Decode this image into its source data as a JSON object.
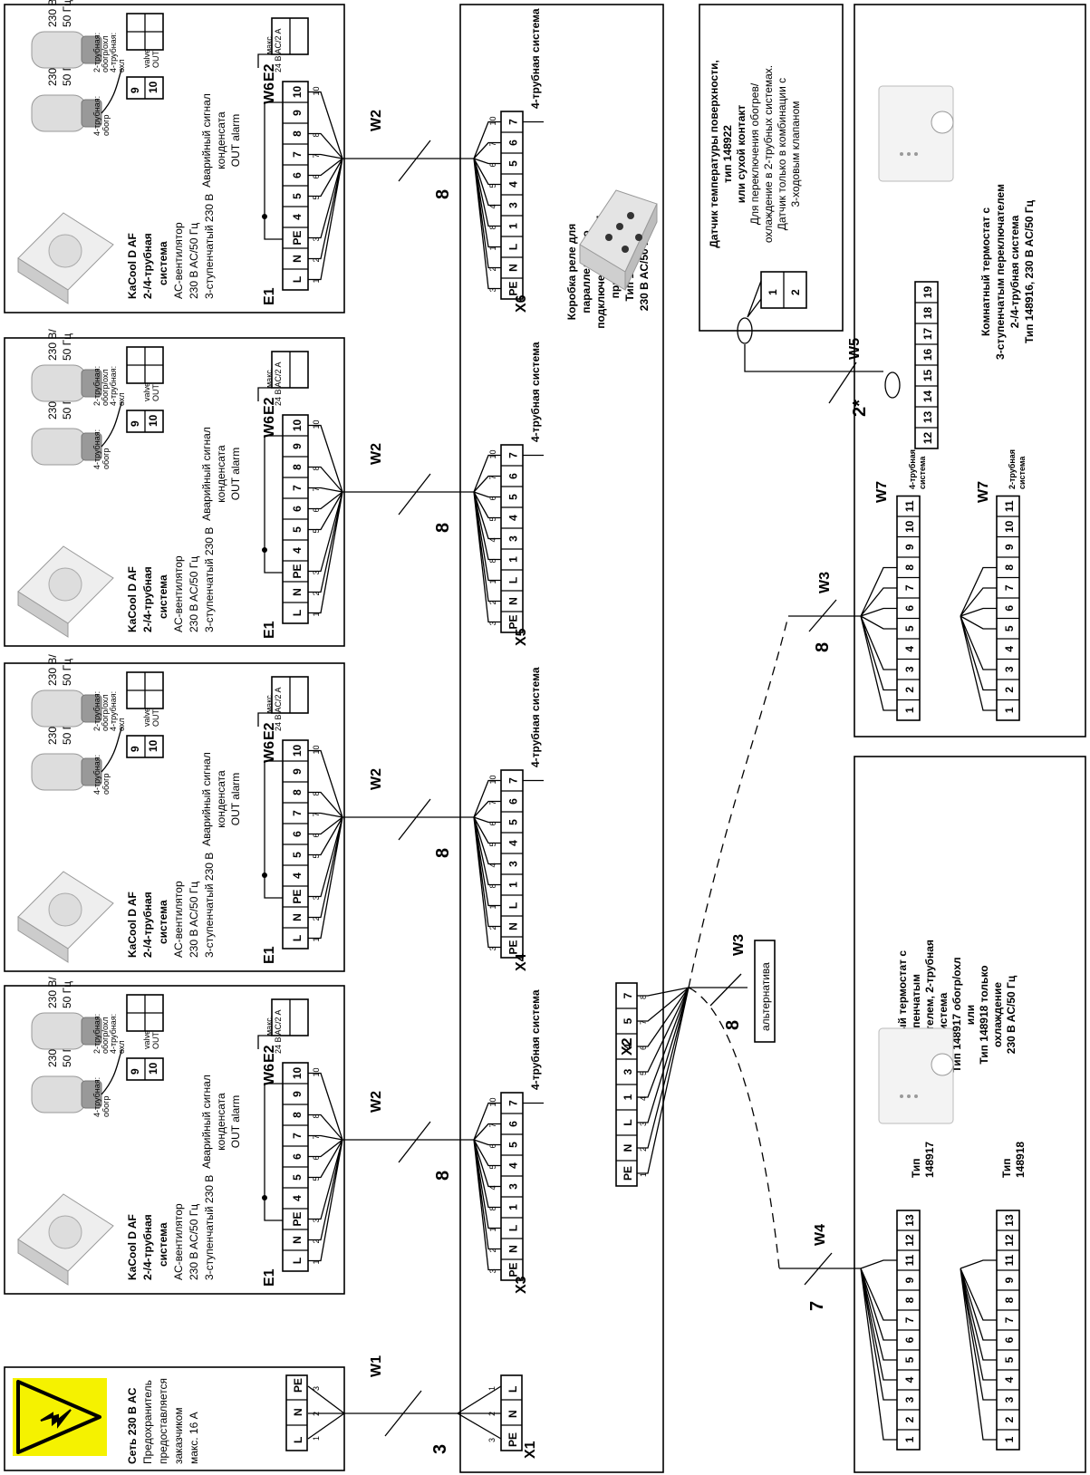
{
  "mains": {
    "title": "Сеть 230 В AC",
    "lines": [
      "Предохранитель",
      "предоставляется",
      "заказчиком",
      "макс. 16 A"
    ],
    "terminals": [
      "L",
      "N",
      "PE"
    ],
    "wire_marks": [
      "1",
      "2",
      "3"
    ],
    "wire_name": "W1",
    "wire_count": "3"
  },
  "x1": {
    "label": "X1",
    "terminals": [
      "PE",
      "N",
      "L"
    ],
    "wire_marks": [
      "3",
      "2",
      "1"
    ]
  },
  "units": [
    {
      "id": "u1",
      "connector": "X3",
      "relay_terminals": [
        "PE",
        "N",
        "L",
        "1",
        "3",
        "4",
        "5",
        "6",
        "7"
      ],
      "relay_marks": [
        "3",
        "2",
        "1",
        "8",
        "4",
        "5",
        "6",
        "7",
        "10"
      ]
    },
    {
      "id": "u2",
      "connector": "X4",
      "relay_terminals": [
        "PE",
        "N",
        "L",
        "1",
        "3",
        "4",
        "5",
        "6",
        "7"
      ],
      "relay_marks": [
        "3",
        "2",
        "1",
        "8",
        "4",
        "5",
        "6",
        "7",
        "10"
      ]
    },
    {
      "id": "u3",
      "connector": "X5",
      "relay_terminals": [
        "PE",
        "N",
        "L",
        "1",
        "3",
        "4",
        "5",
        "6",
        "7"
      ],
      "relay_marks": [
        "3",
        "2",
        "1",
        "8",
        "4",
        "5",
        "6",
        "7",
        "10"
      ]
    },
    {
      "id": "u4",
      "connector": "X6",
      "relay_terminals": [
        "PE",
        "N",
        "L",
        "1",
        "3",
        "4",
        "5",
        "6",
        "7"
      ],
      "relay_marks": [
        "3",
        "2",
        "1",
        "8",
        "4",
        "5",
        "6",
        "7",
        "10"
      ]
    }
  ],
  "fancoil": {
    "title": "KaCool D AF",
    "subtitle": "2-/4-трубная",
    "subtitle2": "система",
    "desc": [
      "AC-вентилятор",
      "230 B AC/50 Гц",
      "3-ступенчатый 230 B"
    ],
    "e1_label": "E1",
    "e2_label": "E2",
    "w6_label": "W6",
    "terminals": [
      "L",
      "N",
      "PE",
      "4",
      "5",
      "6",
      "7",
      "8",
      "9",
      "10"
    ],
    "marks": [
      "1",
      "2",
      "3",
      "5",
      "6",
      "7",
      "8",
      "10"
    ],
    "valve1_label": [
      "230 B/",
      "50 Гц"
    ],
    "valve1_sub": [
      "4-трубная:",
      "обогр"
    ],
    "valve1_terms": [
      "9",
      "10"
    ],
    "valve2_label": [
      "230 B/",
      "50 Гц"
    ],
    "valve2_sub": [
      "2-трубная:",
      "обогр/охл",
      "4-трубная:",
      "охл"
    ],
    "valve_out": [
      "valve",
      "OUT"
    ],
    "alarm": [
      "Аварийный сигнал",
      "конденсата",
      "OUT alarm"
    ],
    "alarm_max": [
      "макс.",
      "24 B AC/2 A"
    ],
    "w2_label": "W2",
    "w2_count": "8",
    "four_pipe": "4-трубная система"
  },
  "relay_box": {
    "lines": [
      "Коробка реле для",
      "параллельного",
      "подключения макс. 4",
      "приборов",
      "Тип 148919",
      "230 B AC/50 Гц"
    ]
  },
  "x2": {
    "label": "X2",
    "terminals": [
      "PE",
      "N",
      "L",
      "1",
      "3",
      "4",
      "5",
      "7"
    ],
    "marks": [
      "1",
      "2",
      "3",
      "4",
      "5",
      "6",
      "7",
      "8"
    ],
    "w3_label": "W3",
    "w3_count": "8",
    "alternative": "альтернатива"
  },
  "sensor": {
    "lines_bold": [
      "Датчик температуры поверхности,",
      "тип 148922",
      "или сухой контакт"
    ],
    "lines": [
      "Для переключения обогрев/",
      "охлаждение в 2-трубных системах.",
      "Датчик только в комбинации с",
      "3-ходовым клапаном"
    ],
    "terminals": [
      "1",
      "2"
    ],
    "w5_label": "W5",
    "w5_count": "2*"
  },
  "thermostat_a": {
    "lines": [
      "Комнатный термостат с",
      "3-ступенчатым переключателем",
      "2-/4-трубная система",
      "Тип 148916, 230 B AC/50 Гц"
    ],
    "w3_label": "W3",
    "w3_count": "8",
    "w7_label": "W7",
    "four_pipe": [
      "4-трубная",
      "система"
    ],
    "two_pipe": [
      "2-трубная",
      "система"
    ],
    "terminals": [
      "1",
      "2",
      "3",
      "4",
      "5",
      "6",
      "7",
      "8",
      "9",
      "10",
      "11"
    ],
    "sensor_terminals": [
      "12",
      "13",
      "14",
      "15",
      "16",
      "17",
      "18",
      "19"
    ]
  },
  "thermostat_b": {
    "lines": [
      "Комнатный термостат с",
      "3-ступенчатым",
      "переключателем, 2-трубная",
      "система",
      "Тип 148917 обогр/охл",
      "или",
      "Тип 148918 только",
      "охлаждение",
      "230 B AC/50 Гц"
    ],
    "w4_label": "W4",
    "w4_count": "7",
    "type1": [
      "Тип",
      "148917"
    ],
    "type2": [
      "Тип",
      "148918"
    ],
    "terminals": [
      "1",
      "2",
      "3",
      "4",
      "5",
      "6",
      "7",
      "8",
      "9",
      "11",
      "12",
      "13"
    ]
  }
}
